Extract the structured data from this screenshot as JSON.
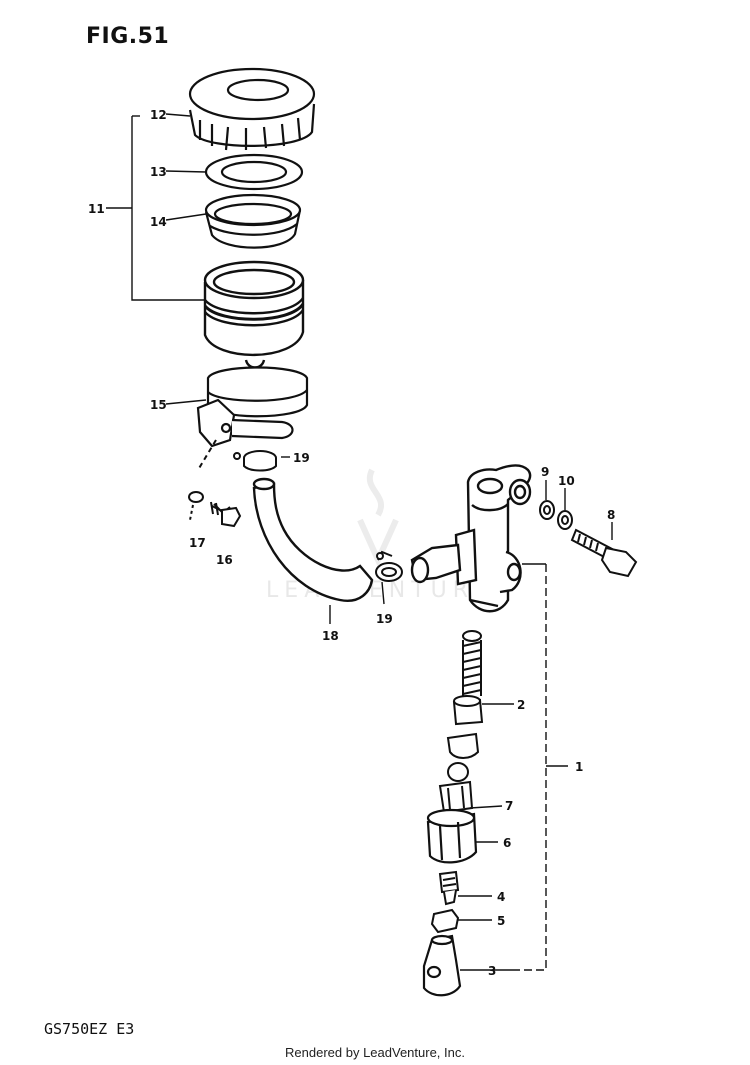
{
  "figure": {
    "title": "FIG.51",
    "model_code": "GS750EZ  E3"
  },
  "footer": {
    "credit": "Rendered by LeadVenture, Inc."
  },
  "watermark": {
    "text": "LEADVENTURE"
  },
  "callouts": {
    "c1": "1",
    "c2": "2",
    "c3": "3",
    "c4": "4",
    "c5": "5",
    "c6": "6",
    "c7": "7",
    "c8": "8",
    "c9": "9",
    "c10": "10",
    "c11": "11",
    "c12": "12",
    "c13": "13",
    "c14": "14",
    "c15": "15",
    "c16": "16",
    "c17": "17",
    "c18": "18",
    "c19a": "19",
    "c19b": "19"
  },
  "colors": {
    "ink": "#111111",
    "background": "#ffffff",
    "watermark": "#e8e8e8"
  }
}
